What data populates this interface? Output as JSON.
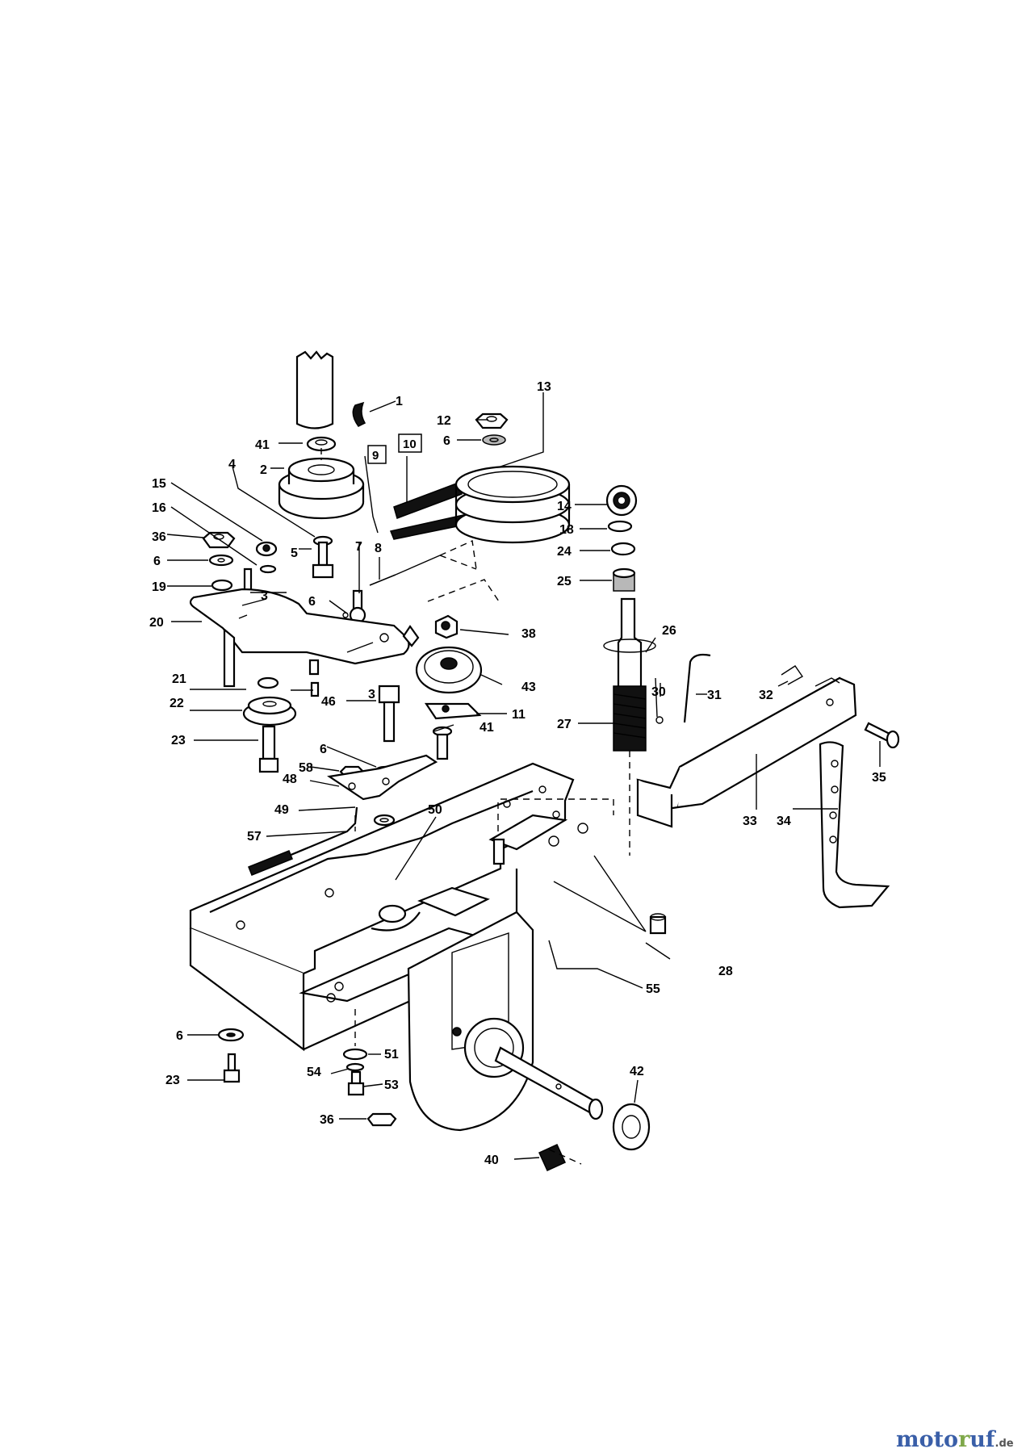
{
  "callouts": [
    {
      "id": "c1",
      "text": "1"
    },
    {
      "id": "c2",
      "text": "2"
    },
    {
      "id": "c3a",
      "text": "3"
    },
    {
      "id": "c3b",
      "text": "3"
    },
    {
      "id": "c4",
      "text": "4"
    },
    {
      "id": "c5",
      "text": "5"
    },
    {
      "id": "c6a",
      "text": "6"
    },
    {
      "id": "c6b",
      "text": "6"
    },
    {
      "id": "c6c",
      "text": "6"
    },
    {
      "id": "c6d",
      "text": "6"
    },
    {
      "id": "c6e",
      "text": "6"
    },
    {
      "id": "c7",
      "text": "7"
    },
    {
      "id": "c8",
      "text": "8"
    },
    {
      "id": "c9",
      "text": "9"
    },
    {
      "id": "c10",
      "text": "10"
    },
    {
      "id": "c11",
      "text": "11"
    },
    {
      "id": "c12",
      "text": "12"
    },
    {
      "id": "c13",
      "text": "13"
    },
    {
      "id": "c14",
      "text": "14"
    },
    {
      "id": "c15",
      "text": "15"
    },
    {
      "id": "c16",
      "text": "16"
    },
    {
      "id": "c18",
      "text": "18"
    },
    {
      "id": "c19",
      "text": "19"
    },
    {
      "id": "c20",
      "text": "20"
    },
    {
      "id": "c21",
      "text": "21"
    },
    {
      "id": "c22",
      "text": "22"
    },
    {
      "id": "c23a",
      "text": "23"
    },
    {
      "id": "c23b",
      "text": "23"
    },
    {
      "id": "c24",
      "text": "24"
    },
    {
      "id": "c25",
      "text": "25"
    },
    {
      "id": "c26",
      "text": "26"
    },
    {
      "id": "c27",
      "text": "27"
    },
    {
      "id": "c28",
      "text": "28"
    },
    {
      "id": "c30",
      "text": "30"
    },
    {
      "id": "c31",
      "text": "31"
    },
    {
      "id": "c32",
      "text": "32"
    },
    {
      "id": "c33",
      "text": "33"
    },
    {
      "id": "c34",
      "text": "34"
    },
    {
      "id": "c35",
      "text": "35"
    },
    {
      "id": "c36a",
      "text": "36"
    },
    {
      "id": "c36b",
      "text": "36"
    },
    {
      "id": "c38",
      "text": "38"
    },
    {
      "id": "c40",
      "text": "40"
    },
    {
      "id": "c41a",
      "text": "41"
    },
    {
      "id": "c41b",
      "text": "41"
    },
    {
      "id": "c42",
      "text": "42"
    },
    {
      "id": "c43",
      "text": "43"
    },
    {
      "id": "c46",
      "text": "46"
    },
    {
      "id": "c48",
      "text": "48"
    },
    {
      "id": "c49",
      "text": "49"
    },
    {
      "id": "c50",
      "text": "50"
    },
    {
      "id": "c51",
      "text": "51"
    },
    {
      "id": "c53",
      "text": "53"
    },
    {
      "id": "c54",
      "text": "54"
    },
    {
      "id": "c55",
      "text": "55"
    },
    {
      "id": "c57",
      "text": "57"
    },
    {
      "id": "c58",
      "text": "58"
    }
  ],
  "logo": {
    "brand_m": "moto",
    "brand_o": "r",
    "brand_r": "uf",
    "tld": ".de"
  }
}
